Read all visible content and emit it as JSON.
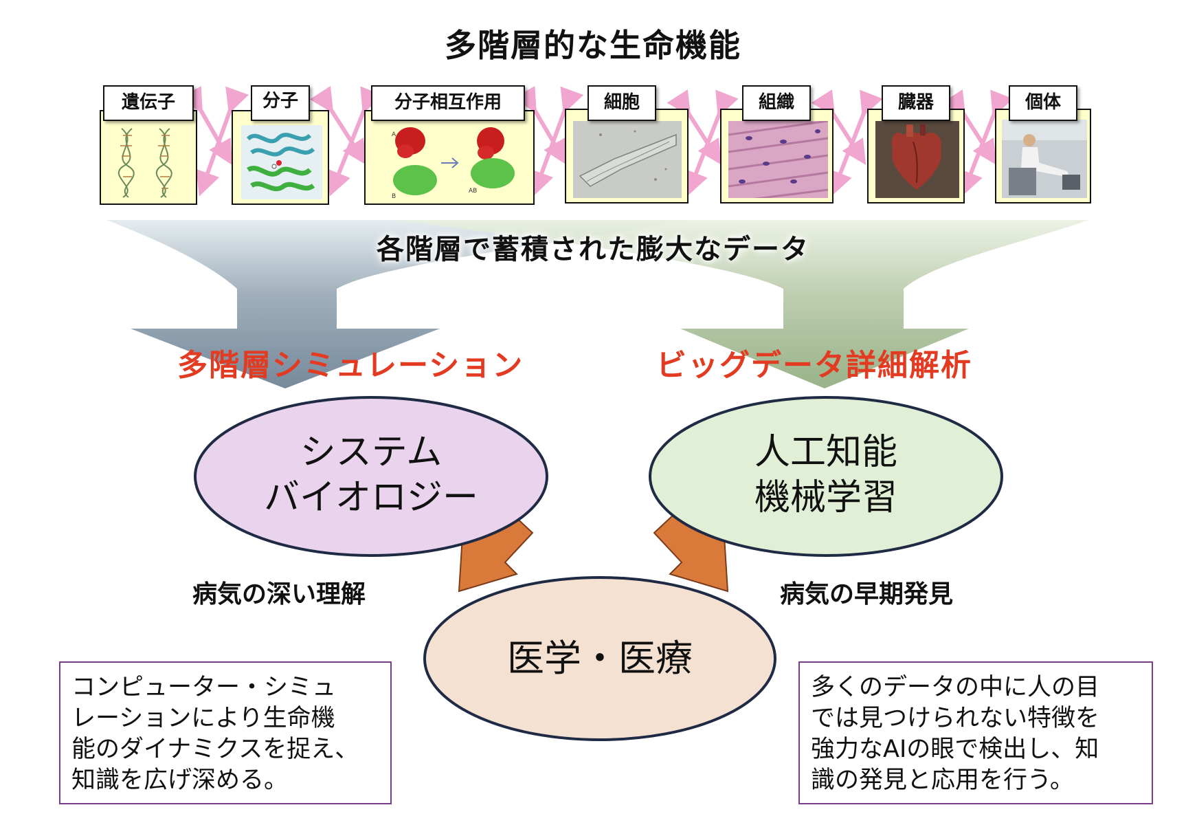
{
  "title": "多階層的な生命機能",
  "levels": [
    {
      "label": "遺伝子",
      "image": "dna-double-helix"
    },
    {
      "label": "分子",
      "image": "protein-structure"
    },
    {
      "label": "分子相互作用",
      "image": "protein-binding",
      "image_letters": [
        "A",
        "B",
        "AB"
      ]
    },
    {
      "label": "細胞",
      "image": "cell-micrograph"
    },
    {
      "label": "組織",
      "image": "tissue-histology"
    },
    {
      "label": "臓器",
      "image": "heart-organ"
    },
    {
      "label": "個体",
      "image": "human-exercise-photo"
    }
  ],
  "data_caption": "各階層で蓄積された膨大なデータ",
  "left_method": {
    "title": "多階層シミュレーション",
    "ellipse_line1": "システム",
    "ellipse_line2": "バイオロジー",
    "caption": "病気の深い理解",
    "description": [
      "コンピューター・シミュ",
      "レーションにより生命機",
      "能のダイナミクスを捉え、",
      "知識を広げ深める。"
    ]
  },
  "right_method": {
    "title": "ビッグデータ詳細解析",
    "ellipse_line1": "人工知能",
    "ellipse_line2": "機械学習",
    "caption": "病気の早期発見",
    "description": [
      "多くのデータの中に人の目",
      "では見つけられない特徴を",
      "強力なAIの眼で検出し、知",
      "識の発見と応用を行う。"
    ]
  },
  "center": {
    "label": "医学・医療"
  },
  "colors": {
    "title_red": "#e33b22",
    "left_ellipse": "#ead3ec",
    "right_ellipse": "#e0efd5",
    "center_ellipse": "#f5e1d2",
    "orange_arrow": "#d97a3a",
    "pink_arrow": "#f0a6cf",
    "panel_bg": "#ffffcc",
    "box_border": "#7a3d8a",
    "left_funnel": "#7c8fa0",
    "right_funnel": "#9cb48c"
  }
}
